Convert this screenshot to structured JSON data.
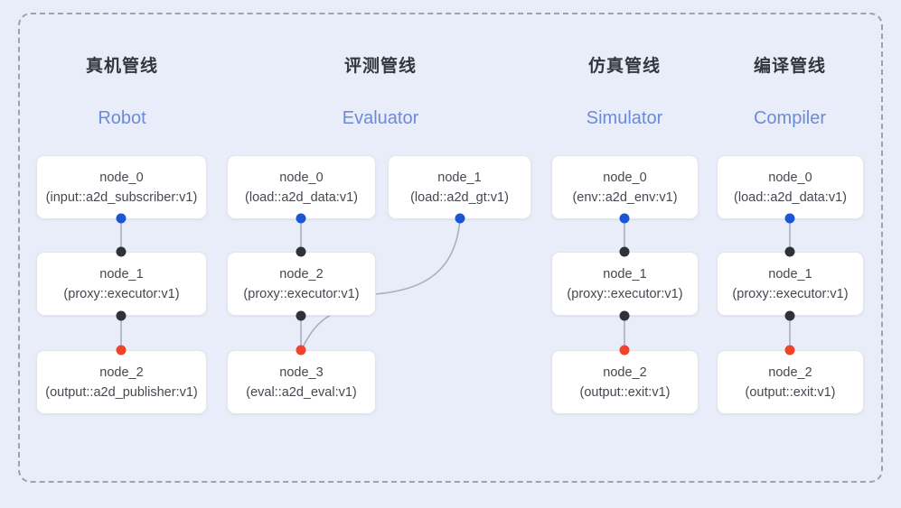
{
  "diagram": {
    "frame": {
      "style": "dashed-rounded-border",
      "color": "#9aa3b4"
    },
    "background_color": "#e9edf9",
    "port_colors": {
      "output": "#1a56d6",
      "input": "#2f3337",
      "terminal": "#f0432b"
    },
    "columns": [
      {
        "id": "robot",
        "title_cn": "真机管线",
        "title_en": "Robot",
        "nodes": [
          {
            "id": "node_0",
            "kind": "(input::a2d_subscriber:v1)"
          },
          {
            "id": "node_1",
            "kind": "(proxy::executor:v1)"
          },
          {
            "id": "node_2",
            "kind": "(output::a2d_publisher:v1)"
          }
        ]
      },
      {
        "id": "evaluator",
        "title_cn": "评测管线",
        "title_en": "Evaluator",
        "nodes": [
          {
            "id": "node_0",
            "kind": "(load::a2d_data:v1)"
          },
          {
            "id": "node_1",
            "kind": "(load::a2d_gt:v1)"
          },
          {
            "id": "node_2",
            "kind": "(proxy::executor:v1)"
          },
          {
            "id": "node_3",
            "kind": "(eval::a2d_eval:v1)"
          }
        ]
      },
      {
        "id": "simulator",
        "title_cn": "仿真管线",
        "title_en": "Simulator",
        "nodes": [
          {
            "id": "node_0",
            "kind": "(env::a2d_env:v1)"
          },
          {
            "id": "node_1",
            "kind": "(proxy::executor:v1)"
          },
          {
            "id": "node_2",
            "kind": "(output::exit:v1)"
          }
        ]
      },
      {
        "id": "compiler",
        "title_cn": "编译管线",
        "title_en": "Compiler",
        "nodes": [
          {
            "id": "node_0",
            "kind": "(load::a2d_data:v1)"
          },
          {
            "id": "node_1",
            "kind": "(proxy::executor:v1)"
          },
          {
            "id": "node_2",
            "kind": "(output::exit:v1)"
          }
        ]
      }
    ]
  }
}
